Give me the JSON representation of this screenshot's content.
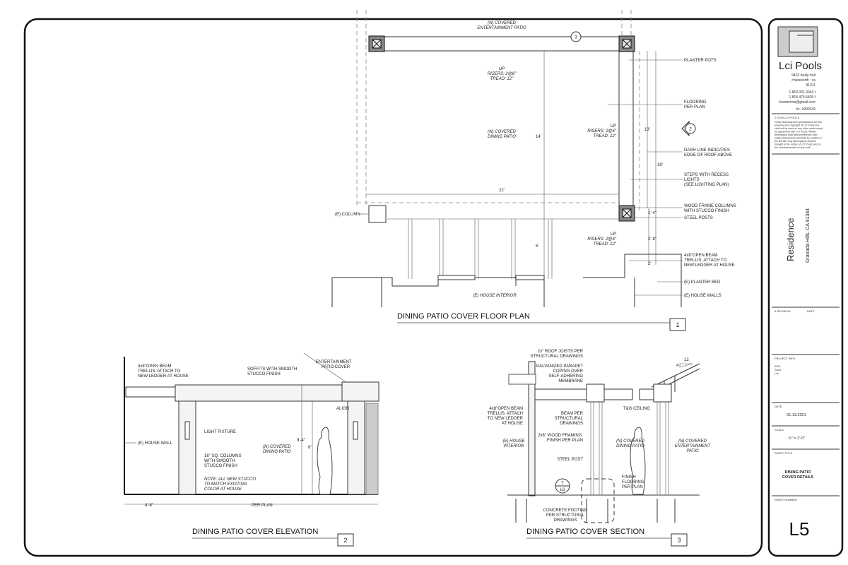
{
  "title_block": {
    "company": "Lci Pools",
    "address": [
      "9423 healy trail",
      "chatsworth : ca",
      "91311"
    ],
    "phone": "1.818.331.0044 t",
    "fax": "1.818.475.5409 f",
    "email": "lciexteriors@gmail.com",
    "license": "lic. #990349",
    "copyright_title": "© 2020 LCI POOLS",
    "copyright_lines": [
      "These drawings and specifications are the",
      "property and copyright of LCI Pools and",
      "shall not be used on any other work except",
      "by agreement with LCI Pools. Written",
      "dimensions shall take preference over",
      "scaled dimensions and shall be verified on",
      "the job site. Any discrepancy shall be",
      "brought to the notice of LCI Pools prior to",
      "the commencement of any work."
    ],
    "project_name": "Residence",
    "project_location": "Granada Hills, CA 91344",
    "revision_label": "#   REVISION",
    "revision_date_label": "DATE",
    "project_info_label": "PROJECT INFO:",
    "project_info": [
      "APN",
      "Tract",
      "Lot"
    ],
    "date_label": "DATE",
    "date": "01.13.2021",
    "scale_label": "SCALE",
    "scale": "½\" = 1'-0\"",
    "sheet_title_label": "SHEET TITLE",
    "sheet_title": [
      "DINING PATIO",
      "COVER DETAILS"
    ],
    "sheet_number_label": "SHEET NUMBER",
    "sheet_number": "L5"
  },
  "floor_plan": {
    "title": "DINING PATIO COVER FLOOR PLAN",
    "number": "1",
    "labels": {
      "ent_patio": [
        "(N) COVERED",
        "ENTERTAINMENT PATIO"
      ],
      "dining_patio": [
        "(N) COVERED",
        "DINING PATIO"
      ],
      "up_top": [
        "UP",
        "RISERS: 2@6\"",
        "TREAD: 12\""
      ],
      "up_right": [
        "UP",
        "RISERS: 2@6\"",
        "TREAD: 12\""
      ],
      "up_bottom": [
        "UP",
        "RISERS: 2@6\"",
        "TREAD: 12\""
      ],
      "house_interior": "(E) HOUSE INTERIOR",
      "e_column": "(E) COLUMN",
      "dim_22": "22'",
      "dim_14": "14'",
      "dim_5": "5'",
      "dim_13": "13'",
      "dim_19": "19'",
      "dim_1_4": "1'-4\"",
      "dim_2_8": "2'-8\"",
      "dim_2": "2'",
      "section_ref_3": "3",
      "section_ref_2": "2"
    },
    "callouts": [
      [
        "PLANTER POTS"
      ],
      [
        "FLOORING",
        "PER PLAN"
      ],
      [
        "DASH LINE INDICATES",
        "EDGE OF ROOF ABOVE"
      ],
      [
        "STEPS WITH RECESS",
        "LIGHTS",
        "(SEE LIGHTING PLAN)"
      ],
      [
        "WOOD FRAME COLUMNS",
        "WITH STUCCO FINISH"
      ],
      [
        "STEEL POSTS"
      ],
      [
        "4x8\"OPEN BEAM",
        "TRELLIS. ATTACH TO",
        "NEW LEDGER AT HOUSE"
      ],
      [
        "(E) PLANTER BED"
      ],
      [
        "(E) HOUSE WALLS"
      ]
    ]
  },
  "elevation": {
    "title": "DINING PATIO COVER ELEVATION",
    "number": "2",
    "labels": {
      "trellis": [
        "4x8\"OPEN BEAM",
        "TRELLIS. ATTACH TO",
        "NEW LEDGER AT HOUSE"
      ],
      "soffits": [
        "SOFFITS WITH SMOOTH",
        "STUCCO FINISH"
      ],
      "ent_cover": [
        "ENTERTAINMENT",
        "PATIO COVER"
      ],
      "align": "ALIGN",
      "light": "LIGHT FIXTURE",
      "house_wall": "(E) HOUSE WALL",
      "columns": [
        "16\" SQ. COLUMNS",
        "WITH SMOOTH",
        "STUCCO FINISH"
      ],
      "note": [
        "NOTE:  ALL NEW STUCCO",
        "TO MATCH EXISTING",
        "COLOR AT HOUSE"
      ],
      "dining": [
        "(N) COVERED",
        "DINING PATIO"
      ],
      "dim_9_4": "9'-4\"",
      "dim_8": "8'",
      "dim_4_8": "4'-8\"",
      "per_plan": "PER PLAN"
    }
  },
  "section": {
    "title": "DINING PATIO COVER SECTION",
    "number": "3",
    "labels": {
      "joists": [
        "2x\" ROOF JOISTS PER",
        "STRUCTURAL DRAWINGS"
      ],
      "coping": [
        "GALVANIZED PARAPET",
        "COPING OVER",
        "SELF-ADHERING",
        "MEMBRANE"
      ],
      "trellis": [
        "4x8\"OPEN BEAM",
        "TRELLIS. ATTACH",
        "TO NEW LEDGER",
        "AT HOUSE"
      ],
      "tg": "T&G CEILING",
      "beam": [
        "BEAM PER",
        "STRUCTURAL",
        "DRAWINGS"
      ],
      "framing": [
        "2x6\" WOOD FRAMING.",
        "FINISH PER PLAN"
      ],
      "house_interior": [
        "(E) HOUSE",
        "INTERIOR"
      ],
      "dining": [
        "(N) COVERED",
        "DINING PATIO"
      ],
      "ent": [
        "(N) COVERED",
        "ENTERTAINMENT",
        "PATIO"
      ],
      "steel_post": "STEEL POST",
      "finish": [
        "FINISH",
        "FLOORING",
        "PER PLAN"
      ],
      "footing": [
        "CONCRETE FOOTING",
        "PER STRUCTURAL",
        "DRAWINGS"
      ],
      "detail_ref": [
        "7",
        "L6"
      ],
      "slope": [
        "4",
        "12"
      ]
    }
  }
}
